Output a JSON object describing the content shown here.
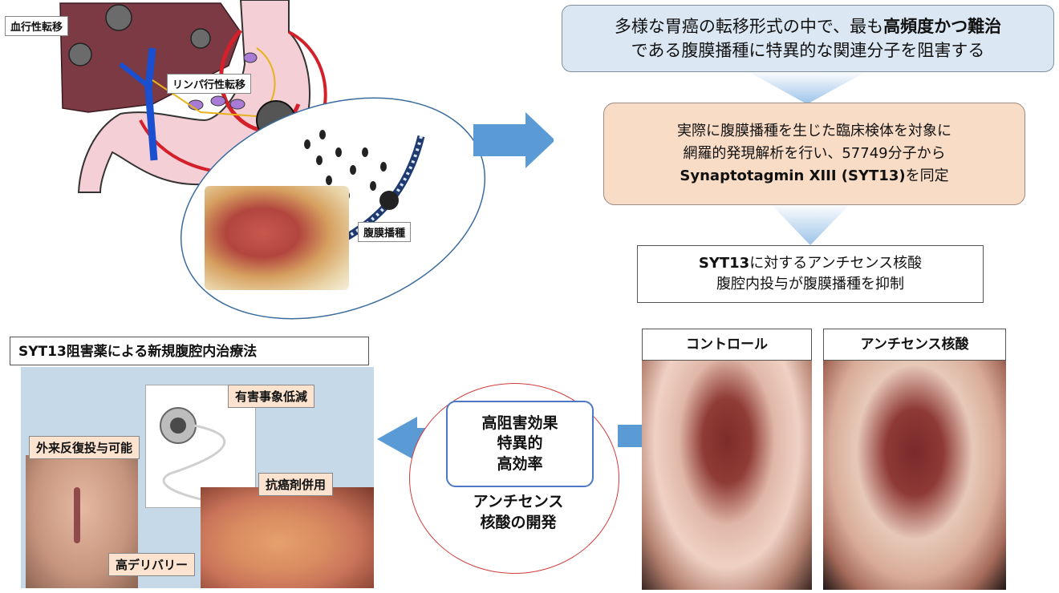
{
  "top_left": {
    "label_blood": "血行性転移",
    "label_lymph": "リンパ行性転移",
    "label_peritoneal": "腹膜播種"
  },
  "box1": {
    "line1_pre": "多様な胃癌の転移形式の中で、最も",
    "line1_bold": "高頻度かつ難治",
    "line2": "である腹膜播種に特異的な関連分子を阻害する"
  },
  "box2": {
    "line1": "実際に腹膜播種を生じた臨床検体を対象に",
    "line2": "網羅的発現解析を行い、57749分子から",
    "line3_bold": "Synaptotagmin XIII (SYT13)",
    "line3_post": "を同定"
  },
  "box3": {
    "line1_bold": "SYT13",
    "line1_post": "に対するアンチセンス核酸",
    "line2": "腹腔内投与が腹膜播種を抑制"
  },
  "photos": {
    "control": "コントロール",
    "antisense": "アンチセンス核酸"
  },
  "circle": {
    "effect1": "高阻害効果",
    "effect2": "特異的",
    "effect3": "高効率",
    "dev1": "アンチセンス",
    "dev2": "核酸の開発"
  },
  "panel": {
    "title": "SYT13阻害薬による新規腹腔内治療法",
    "label_adverse": "有害事象低減",
    "label_outpatient": "外来反復投与可能",
    "label_anticancer": "抗癌剤併用",
    "label_delivery": "高デリバリー"
  },
  "colors": {
    "arrow_blue": "#5b9bd5",
    "liver": "#7b3a44",
    "stomach": "#f5cfd6",
    "box_blue": "#dbe8f4",
    "box_peach": "#f9dcc6",
    "circle_red": "#d23c3c",
    "effect_blue": "#4c78c6"
  }
}
